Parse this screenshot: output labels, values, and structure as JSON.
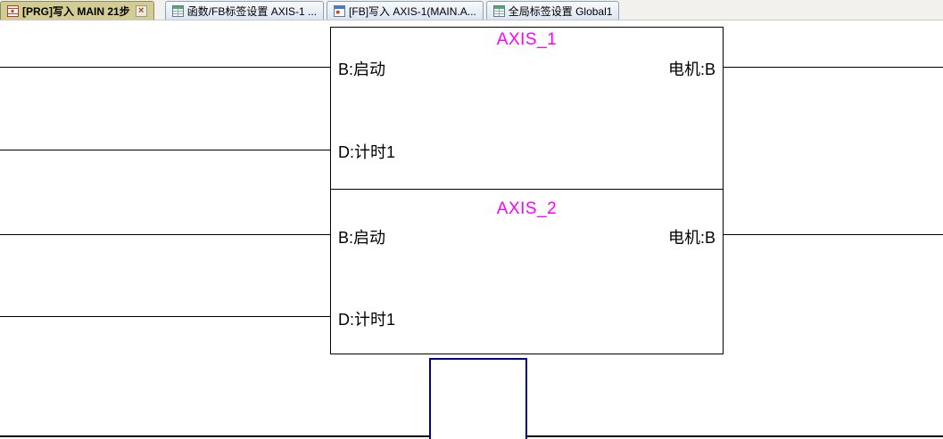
{
  "tab_bar": {
    "tabs": [
      {
        "label": "[PRG]写入 MAIN 21步",
        "icon": "program-icon",
        "active": true,
        "close_glyph": "×"
      },
      {
        "label": "函数/FB标签设置 AXIS-1 ...",
        "icon": "fb-label-settings-icon",
        "active": false
      },
      {
        "label": "[FB]写入 AXIS-1(MAIN.A...",
        "icon": "fb-program-icon",
        "active": false
      },
      {
        "label": "全局标签设置 Global1",
        "icon": "global-label-settings-icon",
        "active": false
      }
    ]
  },
  "diagram": {
    "blocks": [
      {
        "title": "AXIS_1",
        "inputs": [
          "B:启动",
          "D:计时1"
        ],
        "outputs": [
          "电机:B"
        ]
      },
      {
        "title": "AXIS_2",
        "inputs": [
          "B:启动",
          "D:计时1"
        ],
        "outputs": [
          "电机:B"
        ]
      }
    ]
  },
  "colors": {
    "fb_title_text": "#ff00ff",
    "cursor_border": "#000090",
    "active_tab_bg": "#d3cd94",
    "wire": "#000000"
  }
}
